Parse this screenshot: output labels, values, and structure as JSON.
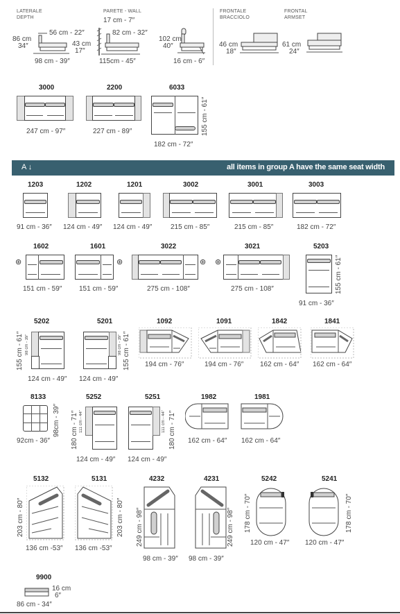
{
  "header": {
    "laterale": {
      "line1": "LATERALE",
      "line2": "DEPTH",
      "top": "56 cm - 22″",
      "left_cm": "86 cm",
      "left_in": "34″",
      "right_cm": "43 cm",
      "right_in": "17″",
      "bottom": "98 cm - 39″"
    },
    "parete": {
      "label": "PARETE - WALL",
      "top": "17 cm - 7″",
      "top2": "82 cm - 32″",
      "bottom": "115cm - 45″"
    },
    "height": {
      "left_cm": "102 cm",
      "left_in": "40″",
      "bottom": "16 cm - 6″"
    },
    "frontale_bracciolo": {
      "line1": "FRONTALE",
      "line2": "BRACCIOLO",
      "cm": "46 cm",
      "in": "18″"
    },
    "frontal_armset": {
      "line1": "FRONTAL",
      "line2": "ARMSET",
      "cm": "61 cm",
      "in": "24″"
    }
  },
  "top_items": [
    {
      "code": "3000",
      "dim": "247 cm - 97″"
    },
    {
      "code": "2200",
      "dim": "227 cm - 89″"
    },
    {
      "code": "6033",
      "dim": "182 cm - 72″",
      "vdim": "155 cm - 61″"
    }
  ],
  "banner": {
    "group": "A ↓",
    "text": "all items in group A have the same seat width"
  },
  "row1": [
    {
      "code": "1203",
      "dim": "91 cm - 36″"
    },
    {
      "code": "1202",
      "dim": "124 cm - 49″"
    },
    {
      "code": "1201",
      "dim": "124 cm - 49″"
    },
    {
      "code": "3002",
      "dim": "215 cm - 85″"
    },
    {
      "code": "3001",
      "dim": "215 cm - 85″"
    },
    {
      "code": "3003",
      "dim": "182 cm - 72″"
    }
  ],
  "row2": [
    {
      "code": "1602",
      "dim": "151 cm - 59″"
    },
    {
      "code": "1601",
      "dim": "151 cm - 59″"
    },
    {
      "code": "3022",
      "dim": "275 cm - 108″"
    },
    {
      "code": "3021",
      "dim": "275 cm - 108″"
    },
    {
      "code": "5203",
      "dim": "91 cm - 36″",
      "vdim": "155 cm - 61″"
    }
  ],
  "row3": [
    {
      "code": "5202",
      "dim": "124 cm - 49″",
      "vdim": "155 cm - 61″",
      "vsub": "98 cm - 39″"
    },
    {
      "code": "5201",
      "dim": "124 cm - 49″",
      "vdim": "155 cm - 61″",
      "vsub": "98 cm - 39″"
    },
    {
      "code": "1092",
      "dim": "194 cm - 76″"
    },
    {
      "code": "1091",
      "dim": "194 cm - 76″"
    },
    {
      "code": "1842",
      "dim": "162 cm - 64″"
    },
    {
      "code": "1841",
      "dim": "162 cm - 64″"
    }
  ],
  "row4": [
    {
      "code": "8133",
      "dim": "92cm - 36″",
      "vdim": "98cm - 39″"
    },
    {
      "code": "5252",
      "dim": "124 cm - 49″",
      "vdim": "180 cm - 71″",
      "vsub": "111 cm - 44″"
    },
    {
      "code": "5251",
      "dim": "124 cm - 49″",
      "vdim": "180 cm - 71″",
      "vsub": "111 cm - 44″"
    },
    {
      "code": "1982",
      "dim": "162 cm - 64″"
    },
    {
      "code": "1981",
      "dim": "162 cm - 64″"
    }
  ],
  "row5": [
    {
      "code": "5132",
      "dim": "136 cm -53″",
      "vdim": "203 cm - 80″"
    },
    {
      "code": "5131",
      "dim": "136 cm -53″",
      "vdim": "203 cm - 80″"
    },
    {
      "code": "4232",
      "dim": "98 cm - 39″",
      "vdim": "249 cm - 98″"
    },
    {
      "code": "4231",
      "dim": "98 cm - 39″",
      "vdim": "249 cm - 98″"
    },
    {
      "code": "5242",
      "dim": "120 cm - 47″",
      "vdim": "178 cm - 70″"
    },
    {
      "code": "5241",
      "dim": "120 cm - 47″",
      "vdim": "178 cm - 70″"
    }
  ],
  "row6": [
    {
      "code": "9900",
      "dim": "86 cm - 34″",
      "h_cm": "16 cm",
      "h_in": "6″"
    }
  ]
}
